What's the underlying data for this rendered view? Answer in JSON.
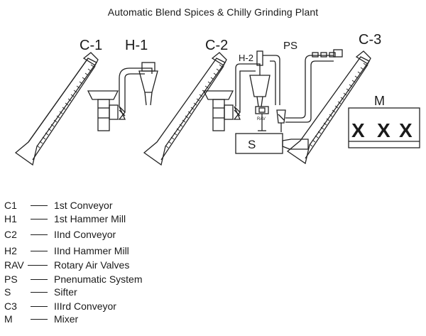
{
  "title": "Automatic Blend Spices & Chilly Grinding Plant",
  "labels": {
    "c1": "C-1",
    "h1": "H-1",
    "c2": "C-2",
    "h2": "H-2",
    "ps": "PS",
    "c3": "C-3",
    "m": "M",
    "s": "S",
    "rav": "RAV",
    "mixer_marks": [
      "X",
      "X",
      "X"
    ]
  },
  "legend": [
    {
      "code": "C1",
      "desc": "1st Conveyor"
    },
    {
      "code": "H1",
      "desc": "1st Hammer Mill"
    },
    {
      "code": "C2",
      "desc": "IInd Conveyor"
    },
    {
      "code": "H2",
      "desc": "IInd Hammer Mill"
    },
    {
      "code": "RAV",
      "desc": "Rotary Air Valves"
    },
    {
      "code": "PS",
      "desc": "Pnenumatic System"
    },
    {
      "code": "S",
      "desc": "Sifter"
    },
    {
      "code": "C3",
      "desc": "IIIrd Conveyor"
    },
    {
      "code": "M",
      "desc": "Mixer"
    }
  ]
}
